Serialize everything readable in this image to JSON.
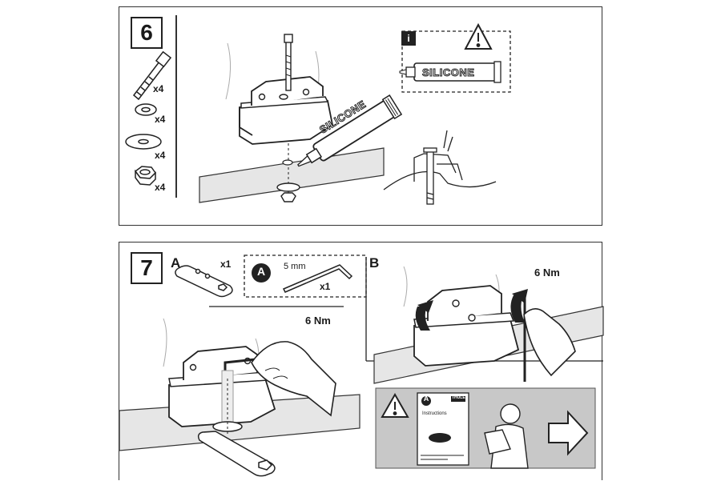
{
  "step6": {
    "number": "6",
    "parts": [
      {
        "icon": "bolt-icon",
        "qty": "x4"
      },
      {
        "icon": "washer-icon",
        "qty": "x4"
      },
      {
        "icon": "large-washer-icon",
        "qty": "x4"
      },
      {
        "icon": "nut-icon",
        "qty": "x4"
      }
    ],
    "info_badge": "i",
    "tube_label": "SILICONE",
    "tube_label_main": "SILICONE"
  },
  "step7": {
    "number": "7",
    "part_a_letter": "A",
    "part_a_qty": "x1",
    "tool_badge": "A",
    "tool_size": "5 mm",
    "tool_qty": "x1",
    "torque_a": "6 Nm",
    "section_b": "B",
    "torque_b": "6 Nm",
    "manual_badge": "A",
    "manual_brand": "THULE",
    "manual_title": "Instructions"
  },
  "colors": {
    "line": "#222222",
    "bar_fill": "#e6e6e6",
    "warning_panel": "#c8c8c8"
  }
}
